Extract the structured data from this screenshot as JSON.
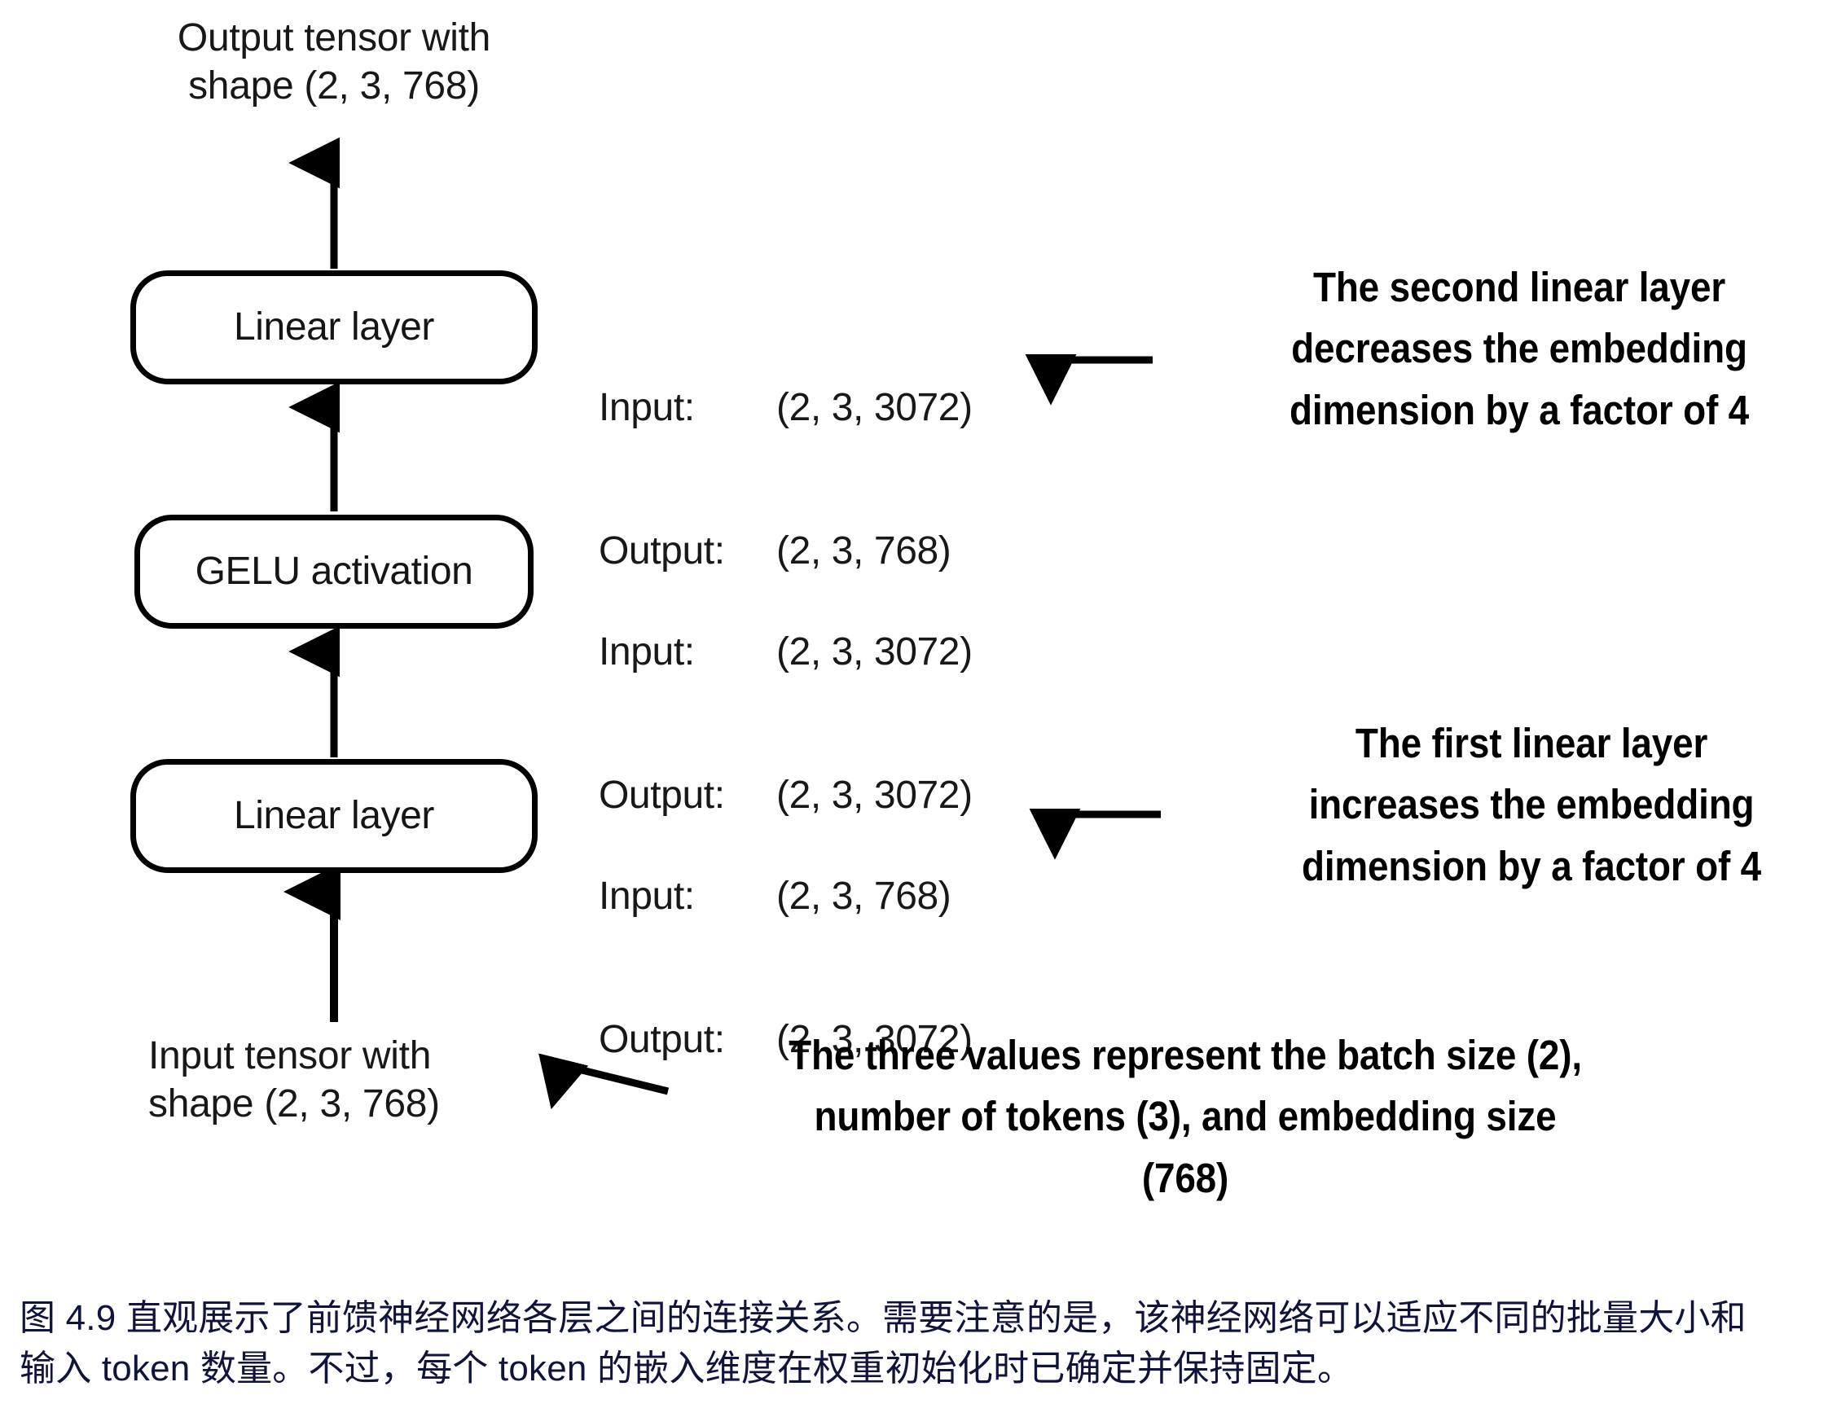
{
  "figure": {
    "top_label": "Output tensor with\nshape (2, 3, 768)",
    "bottom_label": "Input tensor with\nshape (2, 3, 768)",
    "boxes": [
      {
        "label": "Linear layer"
      },
      {
        "label": "GELU activation"
      },
      {
        "label": "Linear layer"
      }
    ],
    "io_specs": [
      {
        "input_key": "Input:",
        "input_value": "(2, 3, 3072)",
        "output_key": "Output:",
        "output_value": "(2, 3, 768)"
      },
      {
        "input_key": "Input:",
        "input_value": "(2, 3, 3072)",
        "output_key": "Output:",
        "output_value": "(2, 3, 3072)"
      },
      {
        "input_key": "Input:",
        "input_value": "(2, 3, 768)",
        "output_key": "Output:",
        "output_value": "(2, 3, 3072)"
      }
    ],
    "annotations": [
      {
        "text": "The second linear layer\ndecreases the embedding\ndimension by a factor of 4"
      },
      {
        "text": "The first linear layer\nincreases the embedding\ndimension by a factor of 4"
      },
      {
        "text": "The three values represent the batch size (2),\nnumber of tokens (3), and embedding size\n(768)"
      }
    ],
    "colors": {
      "stroke": "#000000",
      "text": "#181818",
      "caption": "#10143c",
      "background": "#ffffff"
    }
  },
  "caption": {
    "line1": "图 4.9 直观展示了前馈神经网络各层之间的连接关系。需要注意的是，该神经网络可以适应不同的批量大小和",
    "line2": "输入 token 数量。不过，每个 token 的嵌入维度在权重初始化时已确定并保持固定。"
  }
}
